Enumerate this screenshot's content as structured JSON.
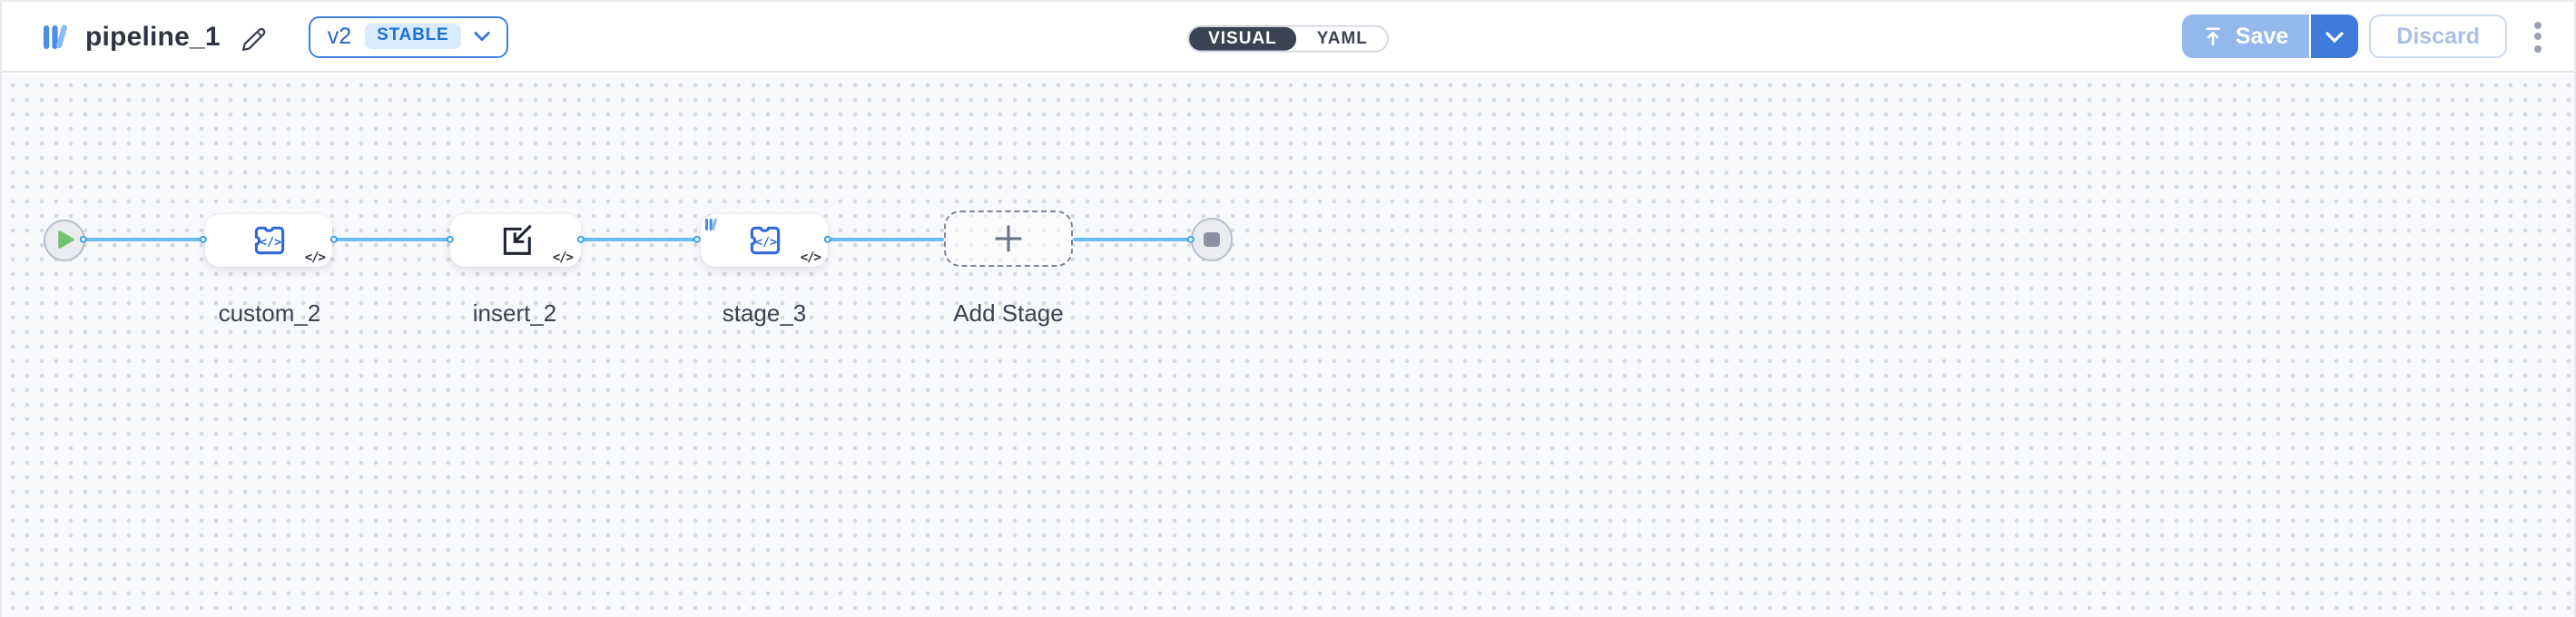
{
  "header": {
    "title": "pipeline_1",
    "version": {
      "value": "v2",
      "badge": "STABLE"
    },
    "view_toggle": {
      "visual": "VISUAL",
      "yaml": "YAML",
      "active": "VISUAL"
    },
    "save_label": "Save",
    "discard_label": "Discard"
  },
  "canvas": {
    "code_badge": "</>",
    "nodes": [
      {
        "id": "start",
        "type": "start",
        "icon": "play-icon"
      },
      {
        "id": "custom_2",
        "type": "stage",
        "label": "custom_2",
        "icon": "plugin-code-icon"
      },
      {
        "id": "insert_2",
        "type": "stage",
        "label": "insert_2",
        "icon": "import-icon"
      },
      {
        "id": "stage_3",
        "type": "stage",
        "label": "stage_3",
        "icon": "plugin-code-icon",
        "corner_icon": "brand-logo"
      },
      {
        "id": "add_stage",
        "type": "add",
        "label": "Add Stage",
        "icon": "plus-icon"
      },
      {
        "id": "end",
        "type": "end",
        "icon": "stop-icon"
      }
    ]
  },
  "colors": {
    "accent_blue": "#2e6bd6",
    "edge_blue": "#6bbdf2",
    "port_blue": "#36a3ec",
    "toggle_dark": "#3a4254",
    "save_enabled": "#3f7bda",
    "save_disabled": "#93b9ec",
    "stable_badge_bg": "#d8ebfc",
    "play_green": "#6fc46f",
    "stop_gray": "#8b90a3"
  }
}
